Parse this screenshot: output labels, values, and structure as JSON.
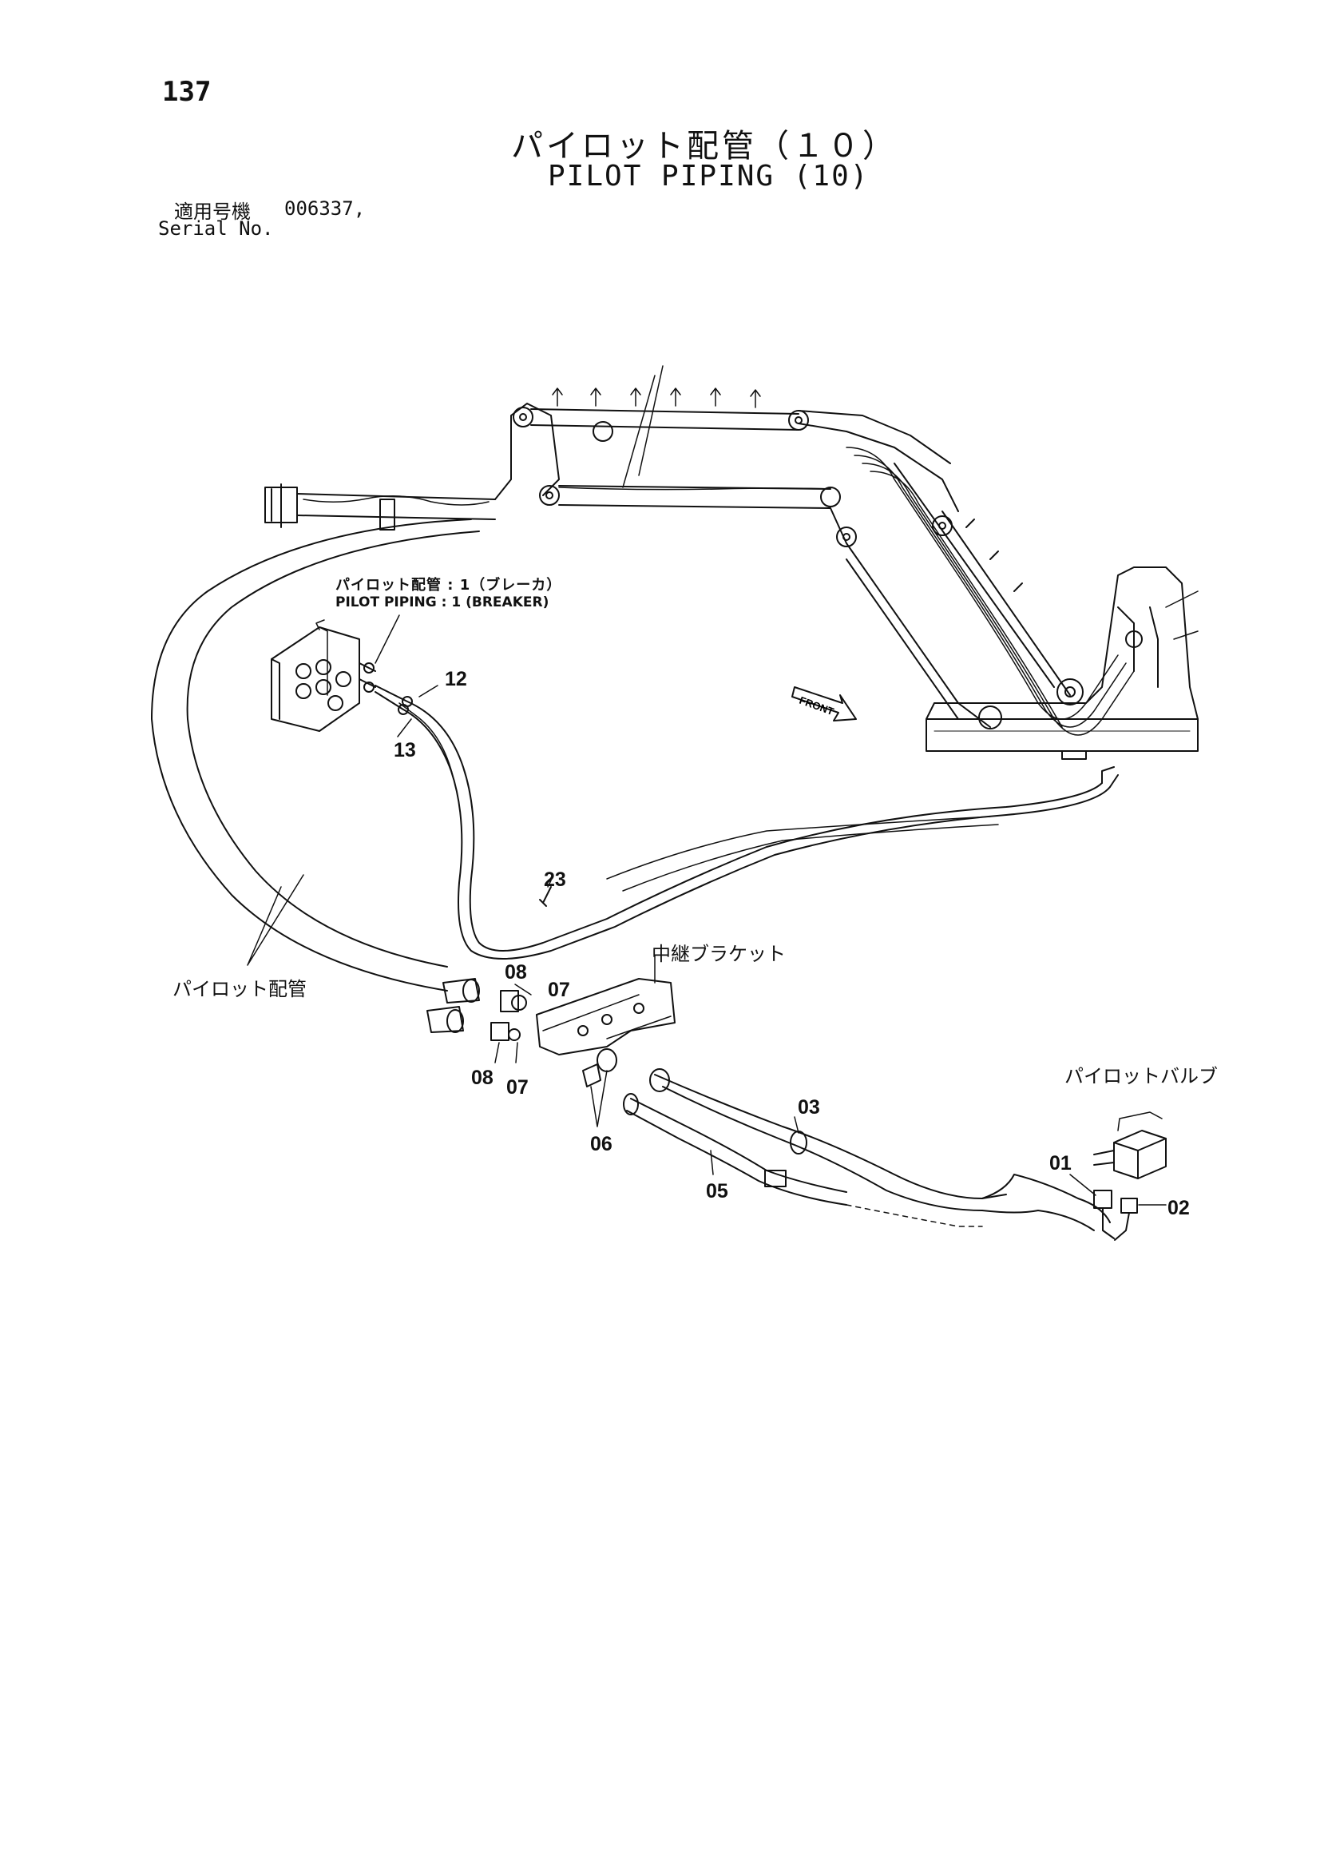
{
  "page_number": "137",
  "title_jp": "パイロット配管（１０）",
  "title_en": "PILOT PIPING (10)",
  "serial": {
    "label_jp": "適用号機",
    "value": "006337,",
    "label_en": "Serial No."
  },
  "reference": {
    "jp": "パイロット配管 : 1（ブレーカ）",
    "en": "PILOT PIPING : 1 (BREAKER)"
  },
  "front_marker": "FRONT",
  "callouts": {
    "p01": "01",
    "p02": "02",
    "p03": "03",
    "p05": "05",
    "p06": "06",
    "p07a": "07",
    "p07b": "07",
    "p08a": "08",
    "p08b": "08",
    "p12": "12",
    "p13": "13",
    "p23": "23"
  },
  "annotations": {
    "pilot_piping": "パイロット配管",
    "relay_bracket": "中継ブラケット",
    "pilot_valve": "パイロットバルブ"
  }
}
